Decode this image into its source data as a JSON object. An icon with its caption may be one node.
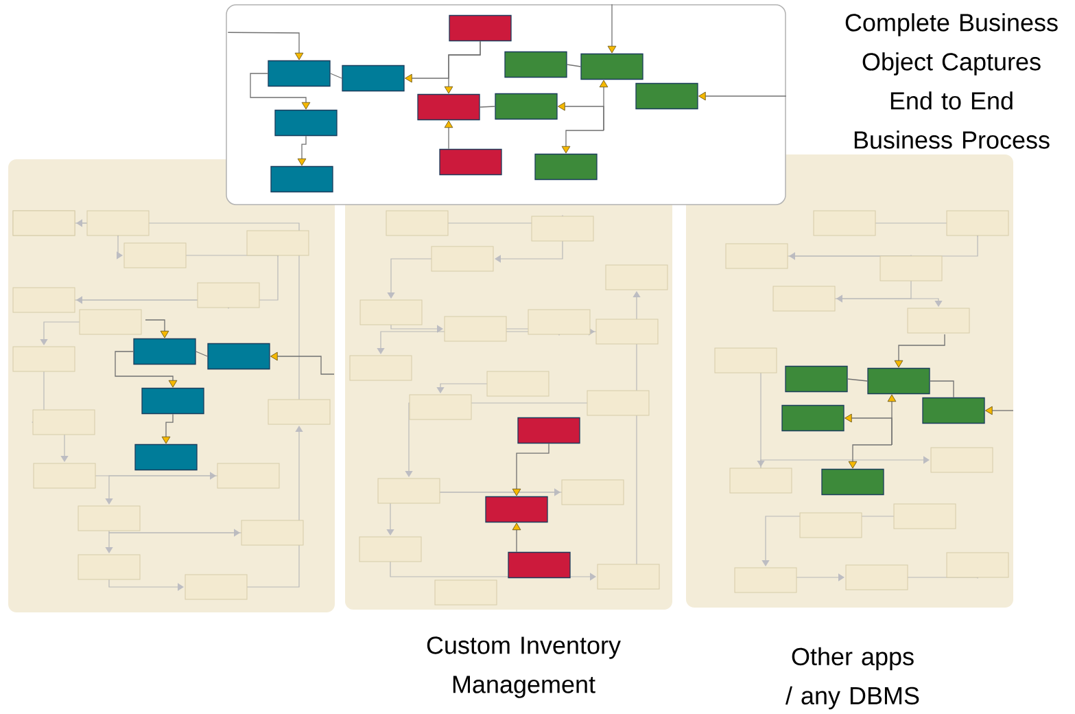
{
  "diagram": {
    "title": "Complete Business Object Captures End to End Business Process",
    "nodes": [
      {
        "text": [],
        "shape": "box"
      },
      {
        "text": [],
        "shape": "box",
        "in": 0
      },
      {
        "text": [],
        "shape": "box",
        "in": 0
      },
      {
        "text": [],
        "shape": "box",
        "in": 0
      },
      {
        "text": [],
        "shape": "box",
        "in": 0
      },
      {
        "text": [],
        "shape": "box",
        "in": 0
      },
      {
        "text": [],
        "shape": "box",
        "in": 0
      },
      {
        "text": [],
        "shape": "box",
        "in": 0
      },
      {
        "text": [],
        "shape": "box",
        "in": 0
      },
      {
        "text": [],
        "shape": "box",
        "in": 0
      },
      {
        "text": [],
        "shape": "box",
        "in": 0
      },
      {
        "text": [],
        "shape": "box",
        "in": 0
      },
      {
        "text": [],
        "shape": "box",
        "in": 0
      },
      {
        "text": [],
        "shape": "box"
      },
      {
        "text": [],
        "shape": "box"
      },
      {
        "text": [],
        "shape": "box"
      },
      {
        "text": [],
        "shape": "box"
      },
      {
        "text": [],
        "shape": "box"
      },
      {
        "text": [],
        "shape": "box"
      },
      {
        "text": [],
        "shape": "box"
      },
      {
        "text": [],
        "shape": "box"
      },
      {
        "text": [],
        "shape": "box"
      },
      {
        "text": [],
        "shape": "box"
      },
      {
        "text": [],
        "shape": "box"
      },
      {
        "text": [],
        "shape": "box"
      }
    ],
    "edges": [
      {
        "from": 0,
        "to": 4,
        "arrow": "to"
      },
      {
        "from": 4,
        "to": 5,
        "arrow": "none"
      },
      {
        "from": 4,
        "to": 9,
        "arrow": "to"
      },
      {
        "from": 9,
        "to": 12,
        "arrow": "to"
      },
      {
        "from": 1,
        "to": 5,
        "arrow": "to"
      },
      {
        "from": 1,
        "to": 8,
        "arrow": "to"
      },
      {
        "from": 8,
        "to": 7,
        "arrow": "none"
      },
      {
        "from": 10,
        "to": 8,
        "arrow": "to"
      },
      {
        "from": 2,
        "to": 3,
        "arrow": "none"
      },
      {
        "from": 0,
        "to": 3,
        "arrow": "to"
      },
      {
        "from": 0,
        "to": 6,
        "arrow": "to"
      },
      {
        "from": null,
        "to": 3,
        "arrow": "to"
      },
      {
        "from": null,
        "to": 7,
        "arrow": "to"
      },
      {
        "from": null,
        "to": 11,
        "arrow": "to"
      },
      {
        "from": null,
        "to": 13,
        "arrow": "to"
      },
      {
        "from": null,
        "to": 14,
        "arrow": "to"
      },
      {
        "from": 13,
        "to": 14,
        "arrow": "none"
      },
      {
        "from": 13,
        "to": 17,
        "arrow": "to"
      },
      {
        "from": 17,
        "to": 21,
        "arrow": "to"
      },
      {
        "from": null,
        "to": 16,
        "arrow": "to"
      },
      {
        "from": 15,
        "to": 16,
        "arrow": "none"
      },
      {
        "from": 16,
        "to": 18,
        "arrow": "none"
      },
      {
        "from": null,
        "to": 18,
        "arrow": "to"
      },
      {
        "from": null,
        "to": 16,
        "arrow": "to"
      },
      {
        "from": null,
        "to": 19,
        "arrow": "to"
      },
      {
        "from": null,
        "to": 22,
        "arrow": "to"
      },
      {
        "from": 20,
        "to": 23,
        "arrow": "to"
      },
      {
        "from": 24,
        "to": 23,
        "arrow": "to"
      }
    ],
    "labels": [
      "Custom Inventory Management",
      "Other apps / any DBMS"
    ]
  }
}
